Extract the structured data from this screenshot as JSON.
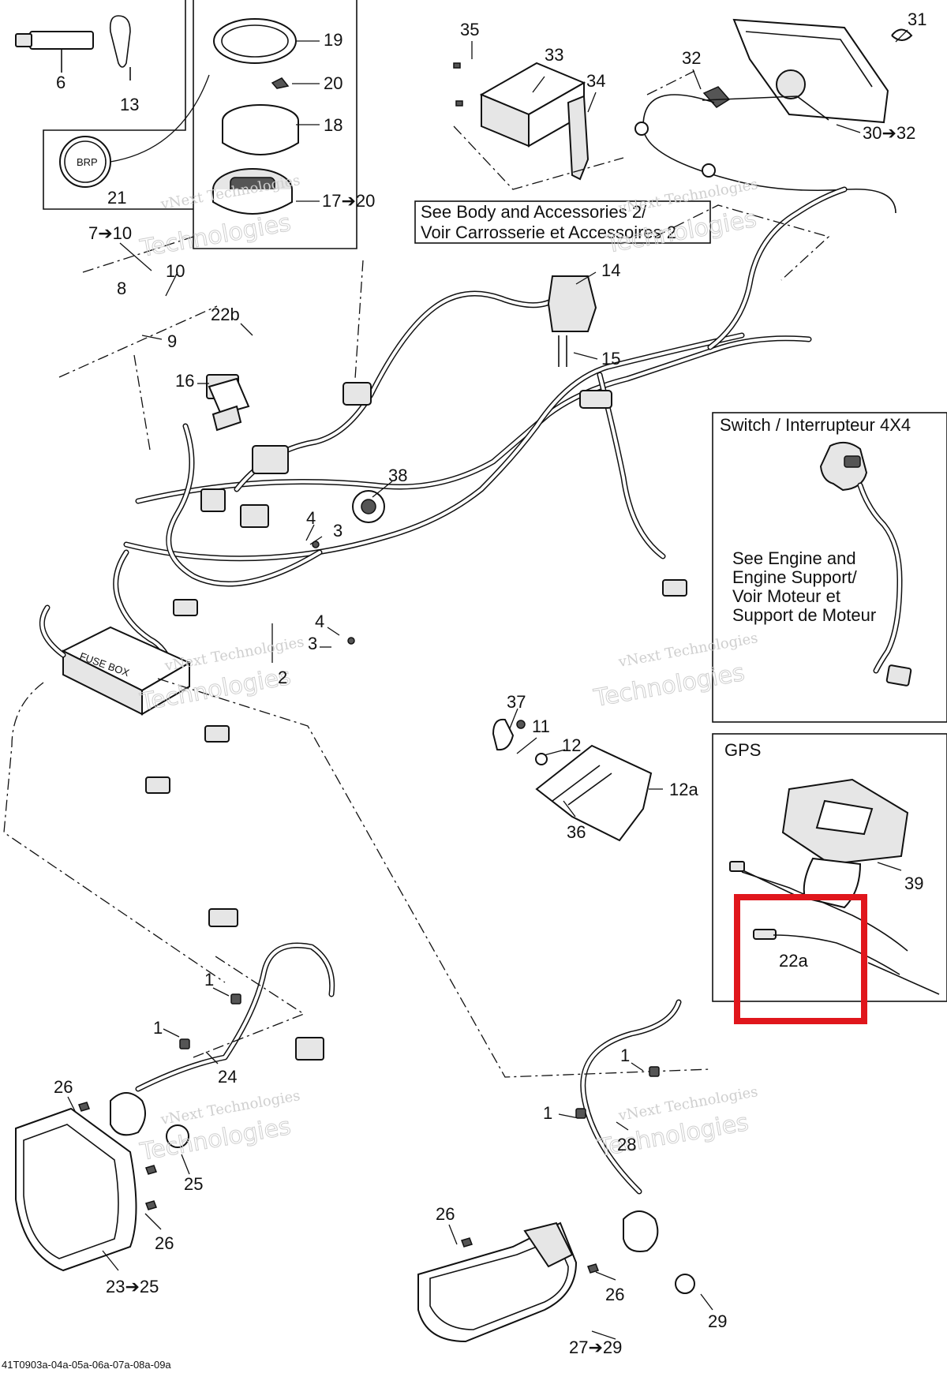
{
  "document_code": "41T0903a-04a-05a-06a-07a-08a-09a",
  "watermark": {
    "line1": "vNext Technologies",
    "line2": "Technologies"
  },
  "notes": {
    "body_accessories_en": "See Body and Accessories 2/",
    "body_accessories_fr": "Voir Carrosserie et Accessoires 2",
    "switch_title": "Switch / Interrupteur 4X4",
    "engine_line1": "See Engine and",
    "engine_line2": "Engine Support/",
    "engine_line3": "Voir Moteur et",
    "engine_line4": "Support de Moteur",
    "gps_title": "GPS"
  },
  "logo_text": "BRP",
  "fuse_box_text": "FUSE BOX",
  "highlight": {
    "part": "22a",
    "color": "#e0161c"
  },
  "labels": {
    "l6": "6",
    "l13": "13",
    "l21": "21",
    "l19": "19",
    "l20": "20",
    "l18": "18",
    "l17_20": "17➔20",
    "l35": "35",
    "l33": "33",
    "l34": "34",
    "l32": "32",
    "l31": "31",
    "l30_32": "30➔32",
    "l7_10": "7➔10",
    "l10": "10",
    "l8": "8",
    "l9": "9",
    "l22b": "22b",
    "l16": "16",
    "l14": "14",
    "l15": "15",
    "l38": "38",
    "l4a": "4",
    "l3a": "3",
    "l2": "2",
    "l4b": "4",
    "l3b": "3",
    "l37": "37",
    "l11": "11",
    "l12": "12",
    "l12a": "12a",
    "l36": "36",
    "l39": "39",
    "l22a": "22a",
    "l1a": "1",
    "l1b": "1",
    "l24": "24",
    "l26a": "26",
    "l25": "25",
    "l26b": "26",
    "l23_25": "23➔25",
    "l1c": "1",
    "l1d": "1",
    "l28": "28",
    "l26c": "26",
    "l26d": "26",
    "l29": "29",
    "l27_29": "27➔29"
  }
}
